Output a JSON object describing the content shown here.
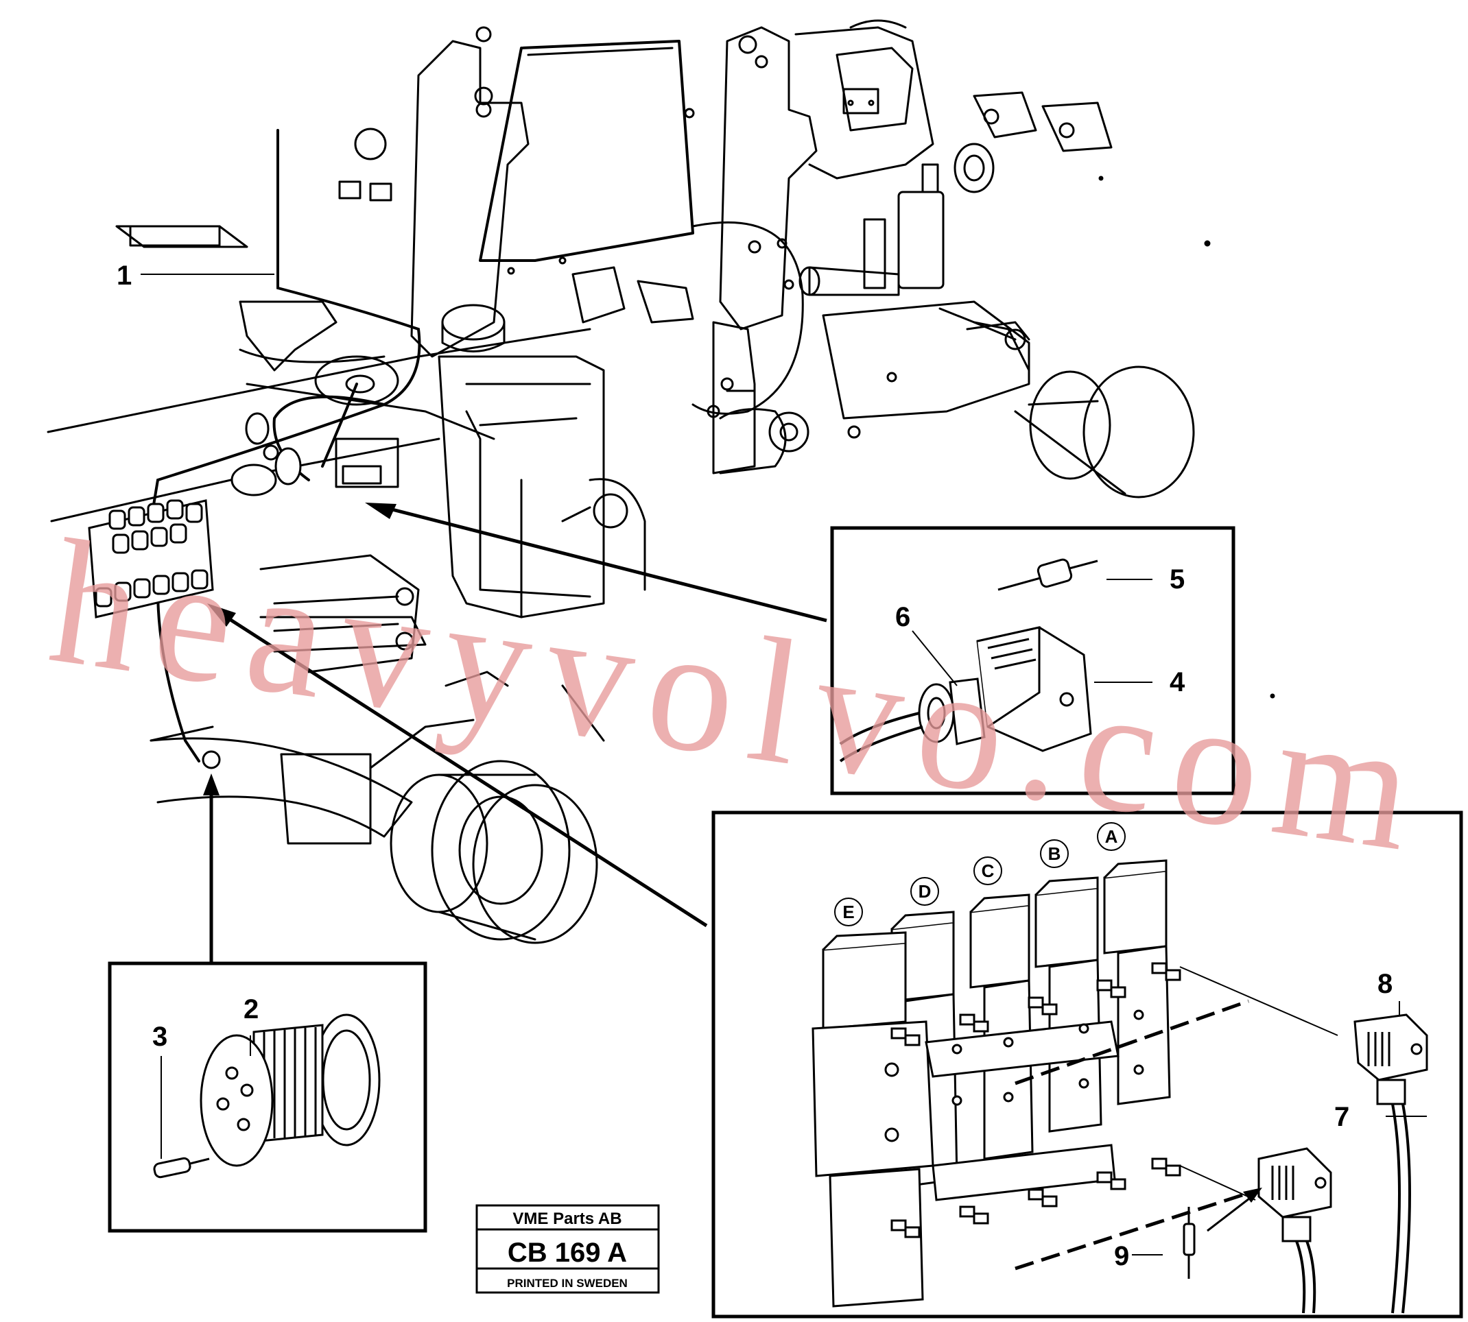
{
  "callouts": {
    "c1": "1",
    "c2": "2",
    "c3": "3",
    "c4": "4",
    "c5": "5",
    "c6": "6",
    "c7": "7",
    "c8": "8",
    "c9": "9"
  },
  "valve_letters": {
    "a": "A",
    "b": "B",
    "c": "C",
    "d": "D",
    "e": "E"
  },
  "title_block": {
    "company": "VME Parts AB",
    "code": "CB 169 A",
    "printed": "PRINTED IN SWEDEN"
  },
  "watermark": {
    "text": "heavyvolvo.com",
    "color": "#e79b9b"
  }
}
